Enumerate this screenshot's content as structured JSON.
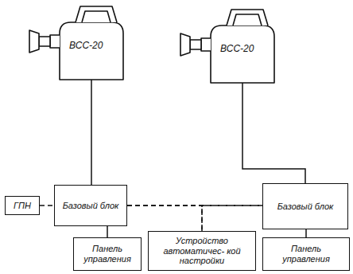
{
  "diagram": {
    "nodes": [
      {
        "text": [
          "ВСС-20"
        ]
      },
      {
        "text": [
          "ВСС-20"
        ]
      },
      {
        "text": [
          "ГПН"
        ]
      },
      {
        "text": [
          "Базовый блок"
        ]
      },
      {
        "text": [
          "Базовый блок"
        ]
      },
      {
        "text": [
          "Панель управления"
        ]
      },
      {
        "text": [
          "Устройство автоматичес- кой настройки"
        ]
      },
      {
        "text": [
          "Панель управления"
        ]
      }
    ],
    "edges": [
      {
        "from": 0,
        "to": 3,
        "arrow": "none"
      },
      {
        "from": 1,
        "to": 4,
        "arrow": "none"
      },
      {
        "from": 2,
        "to": 3,
        "arrow": "none"
      },
      {
        "from": 3,
        "to": 4,
        "arrow": "none"
      },
      {
        "from": 3,
        "to": 6,
        "arrow": "none"
      },
      {
        "from": 4,
        "to": 6,
        "arrow": "none"
      },
      {
        "from": 3,
        "to": 5,
        "arrow": "none"
      },
      {
        "from": 4,
        "to": 7,
        "arrow": "none"
      }
    ]
  }
}
